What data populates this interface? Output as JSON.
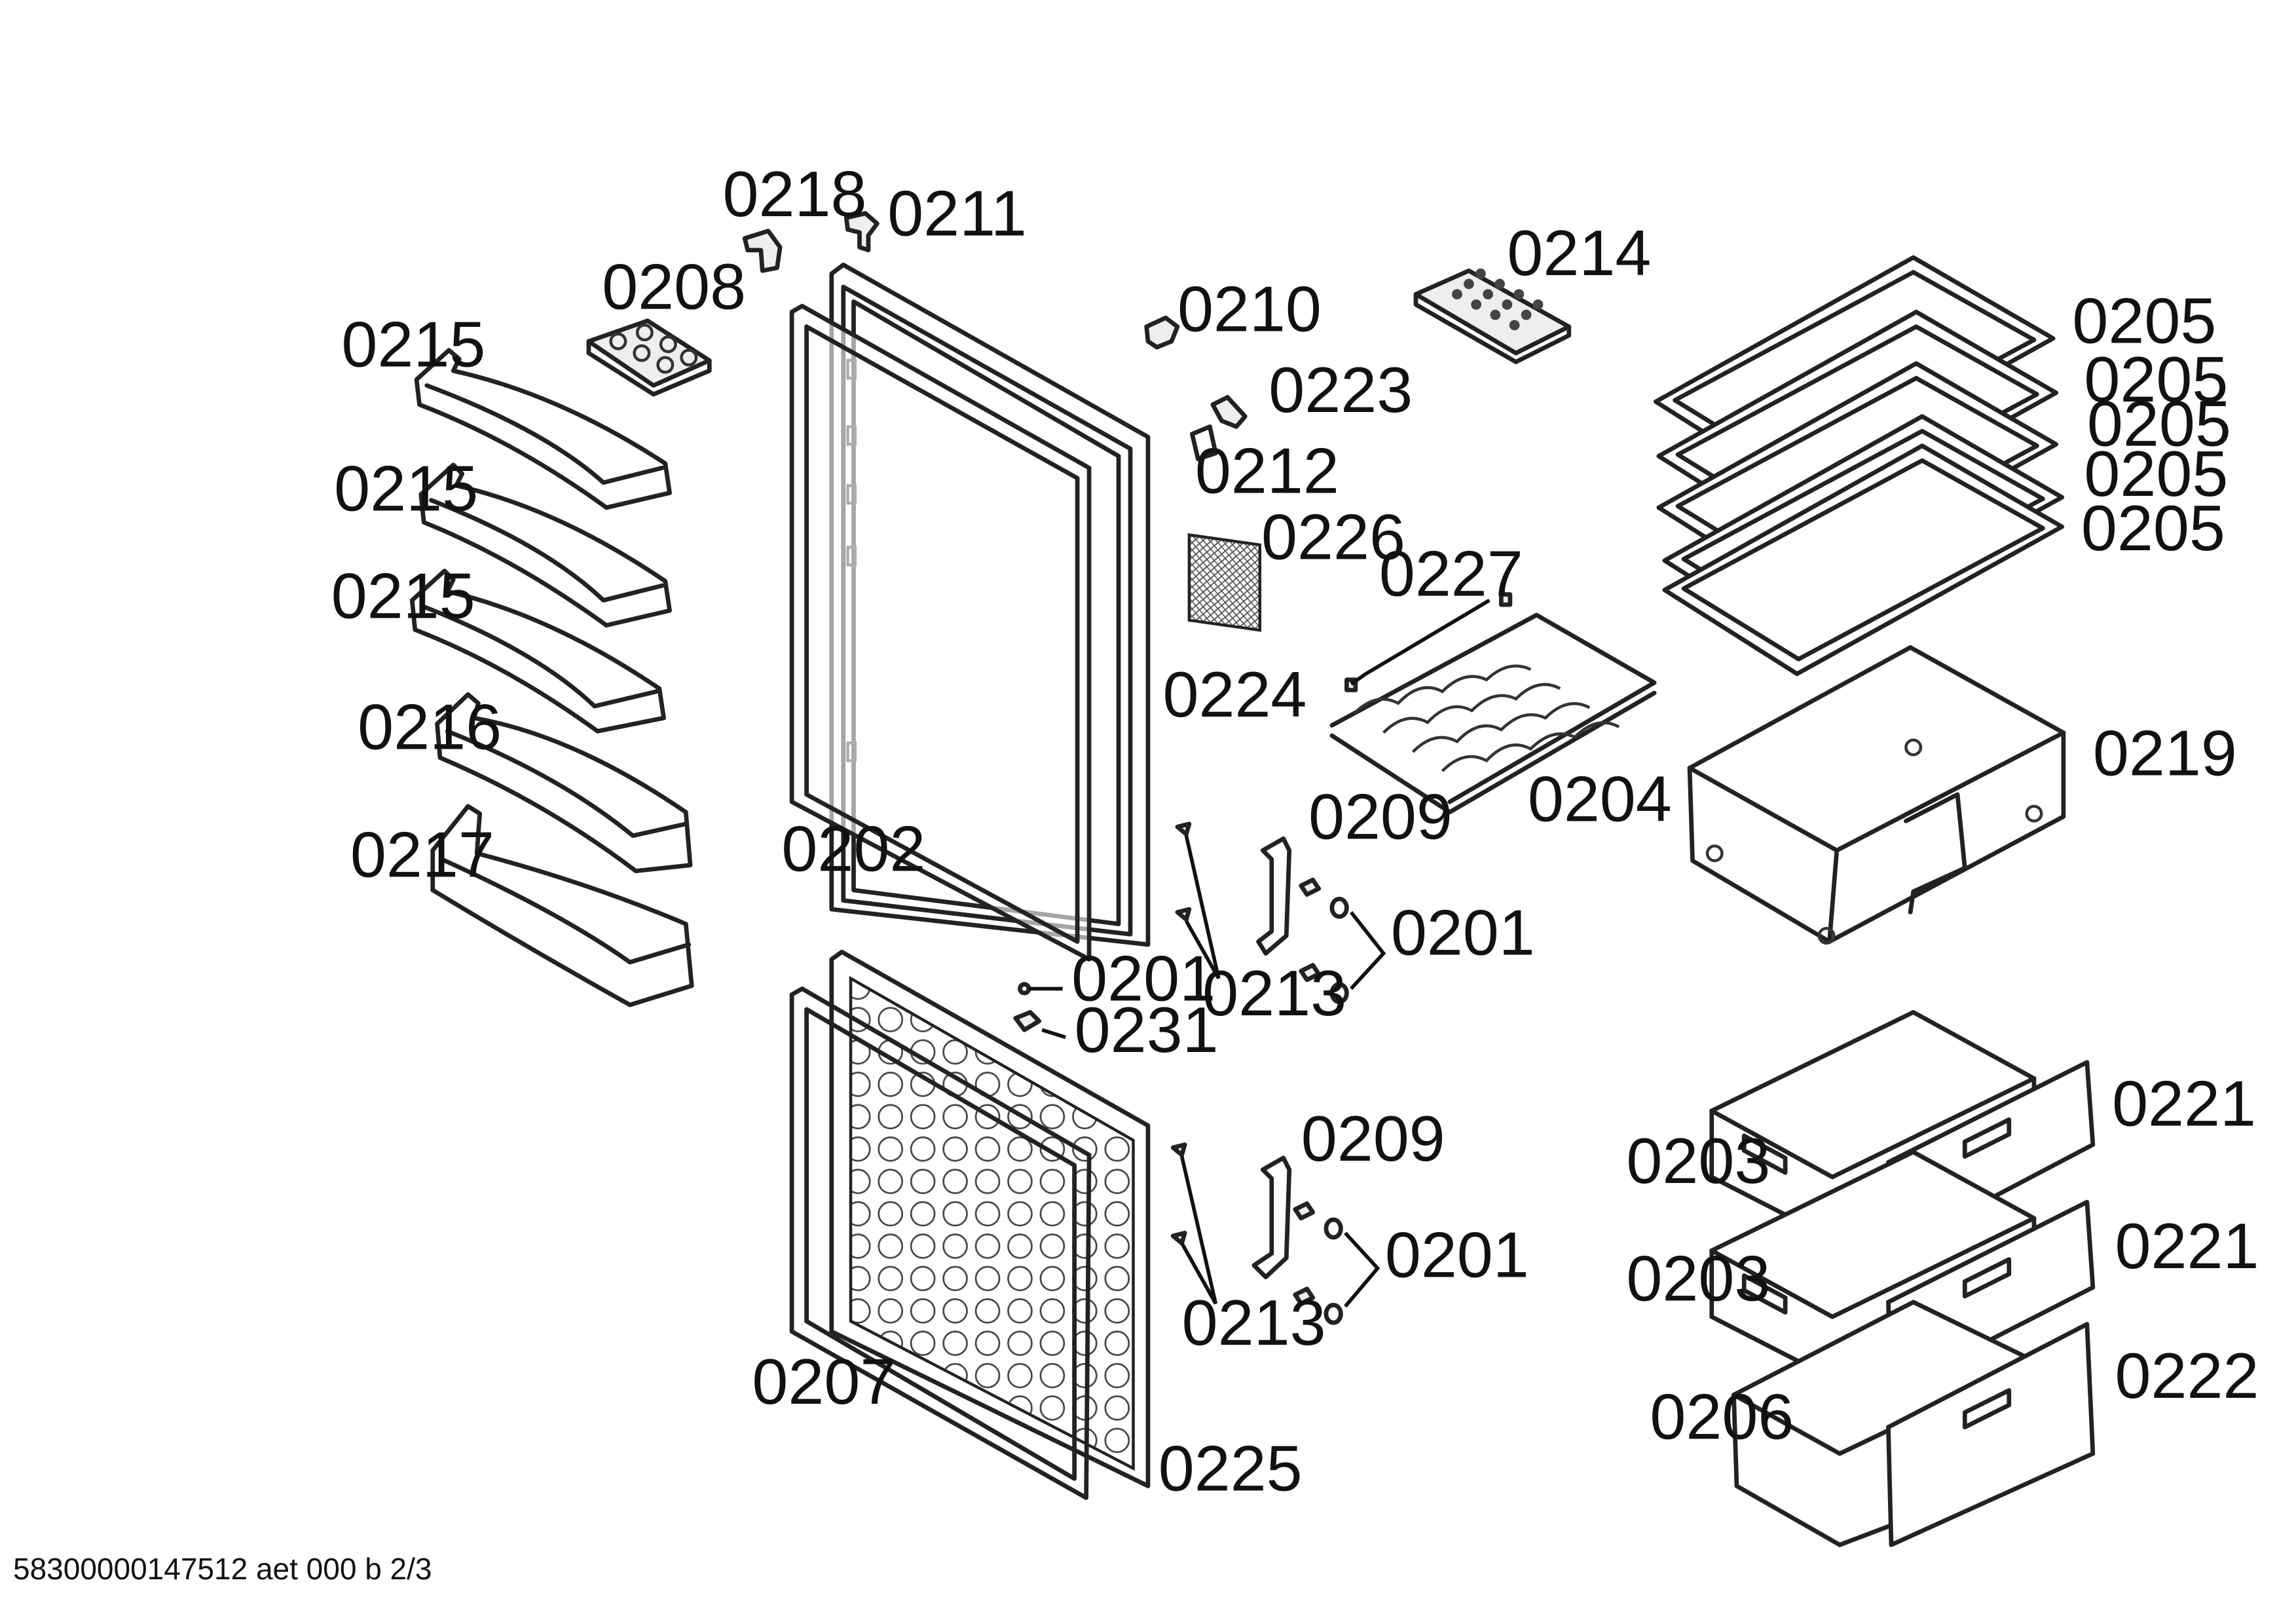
{
  "labels": {
    "p0218": "0218",
    "p0211": "0211",
    "p0208": "0208",
    "p0210": "0210",
    "p0214": "0214",
    "p0205a": "0205",
    "p0205b": "0205",
    "p0205c": "0205",
    "p0205d": "0205",
    "p0205e": "0205",
    "p0215a": "0215",
    "p0215b": "0215",
    "p0215c": "0215",
    "p0223": "0223",
    "p0212": "0212",
    "p0226": "0226",
    "p0227": "0227",
    "p0216": "0216",
    "p0224": "0224",
    "p0204": "0204",
    "p0219": "0219",
    "p0209a": "0209",
    "p0217": "0217",
    "p0202": "0202",
    "p0201a": "0201",
    "p0201b": "0201",
    "p0213a": "0213",
    "p0231": "0231",
    "p0221a": "0221",
    "p0203a": "0203",
    "p0209b": "0209",
    "p0201c": "0201",
    "p0221b": "0221",
    "p0203b": "0203",
    "p0213b": "0213",
    "p0222": "0222",
    "p0207": "0207",
    "p0206": "0206",
    "p0225": "0225"
  },
  "footer": "58300000147512 aet 000 b 2/3"
}
